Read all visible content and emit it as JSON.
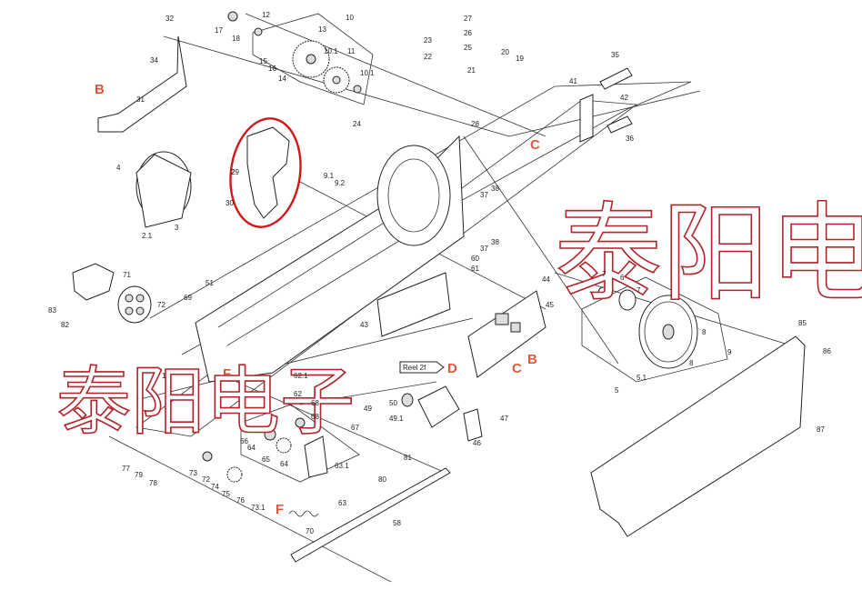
{
  "diagram": {
    "watermarks": [
      "泰阳电子",
      "泰阳电子"
    ],
    "section_letters": [
      "B",
      "C",
      "D",
      "B",
      "C",
      "F",
      "F"
    ],
    "tag_label": "Reel 2f",
    "callouts": [
      "2",
      "2.1",
      "3",
      "4",
      "5",
      "5.1",
      "6",
      "7",
      "7",
      "8",
      "8",
      "9",
      "10",
      "10.1",
      "10.1",
      "11",
      "12",
      "13",
      "14",
      "15",
      "16",
      "17",
      "18",
      "19",
      "20",
      "21",
      "22",
      "23",
      "24",
      "25",
      "26",
      "27",
      "28",
      "29",
      "30",
      "31",
      "32",
      "34",
      "35",
      "36",
      "37",
      "37",
      "38",
      "38",
      "41",
      "42",
      "43",
      "44",
      "45",
      "46",
      "47",
      "49",
      "49.1",
      "50",
      "51",
      "58",
      "60",
      "61",
      "62.1",
      "62",
      "63",
      "63.1",
      "64",
      "64",
      "65",
      "66",
      "67",
      "68",
      "68",
      "69",
      "70",
      "71",
      "72",
      "72",
      "73",
      "73.1",
      "74",
      "75",
      "76",
      "77",
      "78",
      "79",
      "80",
      "81",
      "82",
      "83",
      "85",
      "86",
      "87",
      "9.1",
      "9.2",
      "1"
    ]
  }
}
